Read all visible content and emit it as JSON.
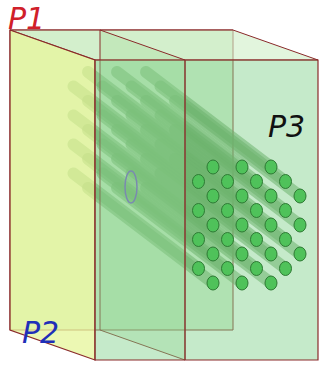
{
  "diagram": {
    "labels": [
      "P1",
      "P2",
      "P3"
    ]
  }
}
